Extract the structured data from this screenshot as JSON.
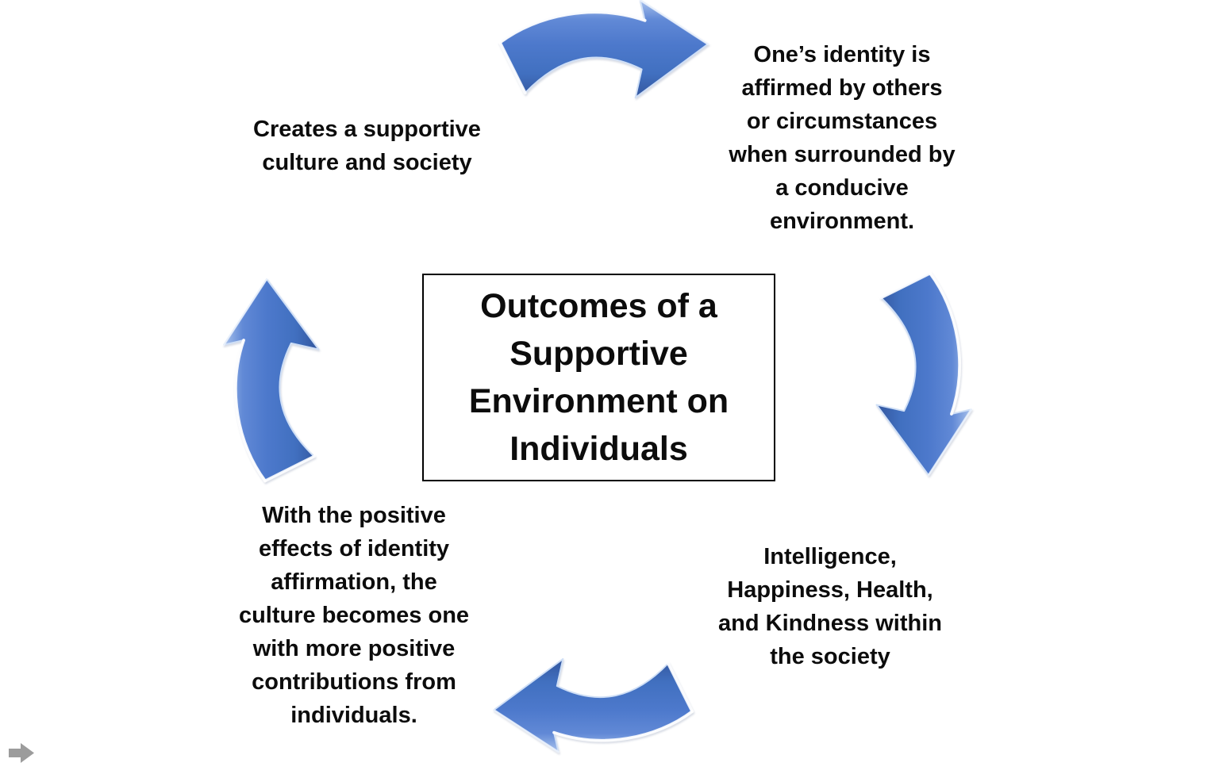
{
  "slide": {
    "background_color": "#ffffff",
    "center_box": {
      "title": "Outcomes of a\nSupportive\nEnvironment on\nIndividuals",
      "border_color": "#000000",
      "text_color": "#000000"
    },
    "nodes": {
      "top_left": "Creates a supportive\nculture and society",
      "top_right": "One’s identity is\naffirmed by others\nor circumstances\nwhen surrounded by\na conducive\nenvironment.",
      "bottom_right": "Intelligence,\nHappiness, Health,\nand Kindness within\nthe society",
      "bottom_left": "With the positive\neffects of identity\naffirmation, the\nculture becomes one\nwith more positive\ncontributions from\nindividuals."
    },
    "cycle_arrows": {
      "direction": "clockwise",
      "items": [
        "curved-arrow-top-pointing-right",
        "curved-arrow-right-pointing-down",
        "curved-arrow-bottom-pointing-left",
        "curved-arrow-left-pointing-up"
      ],
      "fill_color": "#4472c4",
      "fill_light": "#a9c2ec",
      "fill_dark": "#33569e",
      "edge_highlight_color": "#ffffff"
    },
    "nav_arrow": {
      "icon": "next-arrow-icon",
      "color": "#9c9c9c"
    }
  }
}
